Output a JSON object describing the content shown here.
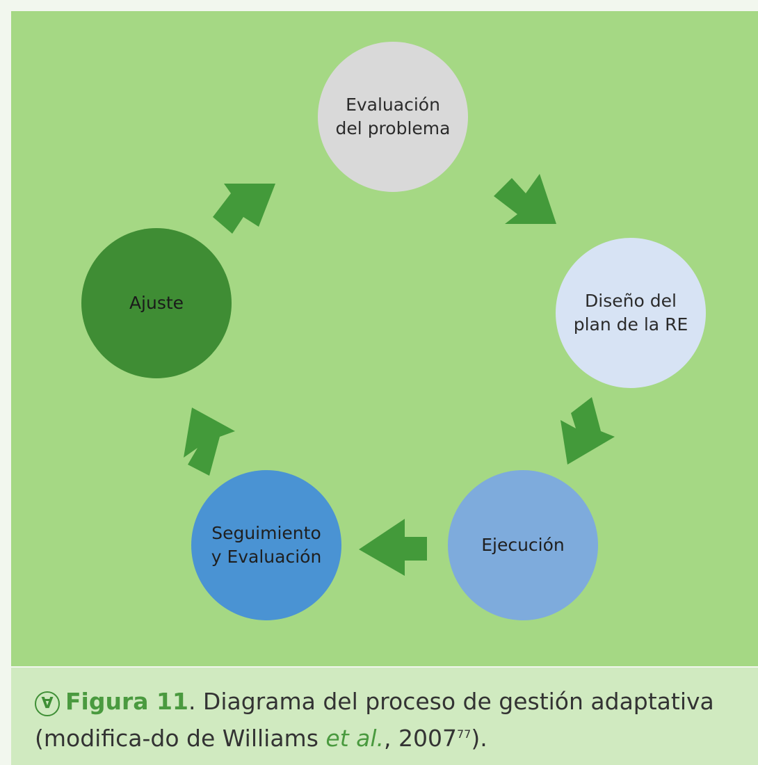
{
  "nodes": [
    {
      "id": "evaluacion",
      "label": "Evaluación\ndel problema",
      "color": "#d9d9d9",
      "text_color": "#2b2b2b"
    },
    {
      "id": "diseno",
      "label": "Diseño del\nplan de la RE",
      "color": "#d7e3f4",
      "text_color": "#2b2b2b"
    },
    {
      "id": "ejecucion",
      "label": "Ejecución",
      "color": "#7eabdc",
      "text_color": "#1f1f1f"
    },
    {
      "id": "seguimiento",
      "label": "Seguimiento\ny Evaluación",
      "color": "#4a93d3",
      "text_color": "#1f1f1f"
    },
    {
      "id": "ajuste",
      "label": "Ajuste",
      "color": "#3f8d34",
      "text_color": "#1a1a1a"
    }
  ],
  "colors": {
    "panel": "#a5d884",
    "caption_panel": "#d0eac0",
    "arrow": "#439a3a",
    "accent": "#4a9a3f"
  },
  "caption": {
    "icon": "leaf-icon",
    "icon_glyph": "∀",
    "figure_label": "Figura 11",
    "text_before": ". Diagrama del proceso de gestión adaptativa (modifica-do de Williams ",
    "etal": "et al.",
    "text_after": ", 2007",
    "superscript": "77",
    "closing": ")."
  }
}
